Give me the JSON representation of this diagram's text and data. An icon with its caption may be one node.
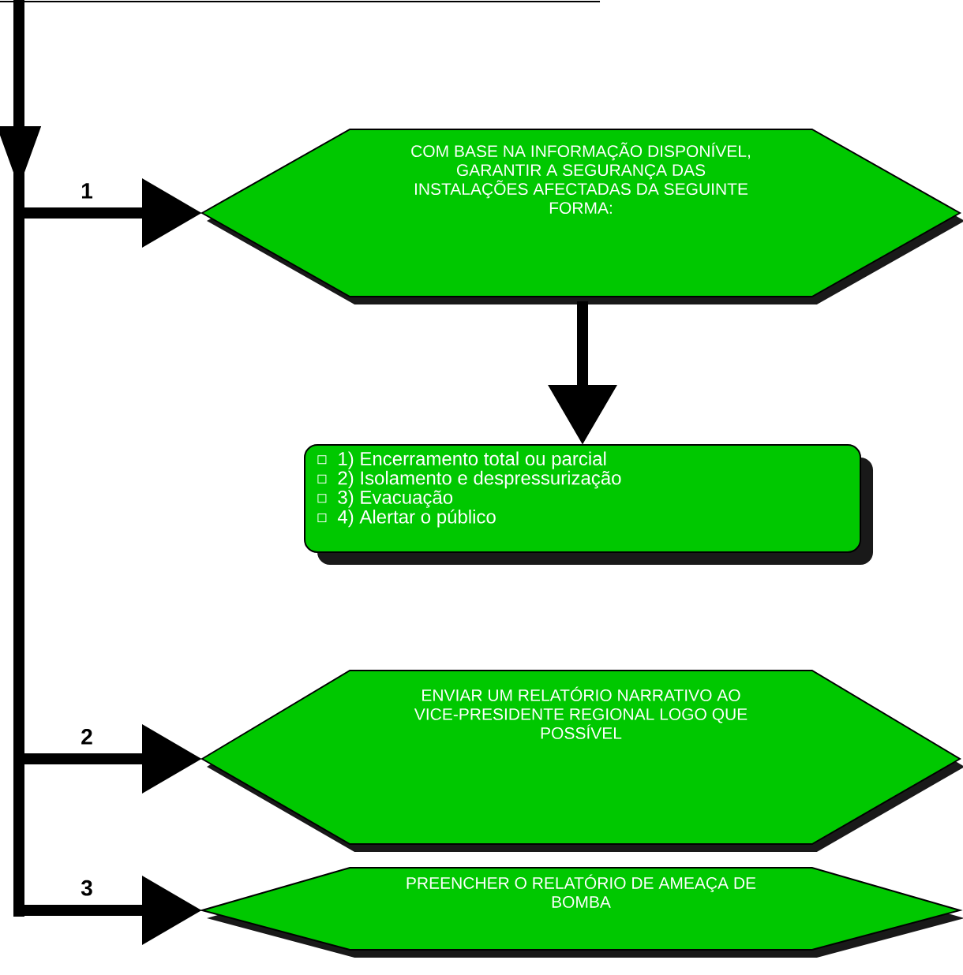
{
  "diagram": {
    "nodes": [
      {
        "text": [
          "COM BASE NA INFORMAÇÃO DISPONÍVEL, GARANTIR A SEGURANÇA DAS INSTALAÇÕES AFECTADAS DA SEGUINTE FORMA:"
        ]
      },
      {
        "text": [
          "1) Encerramento total ou parcial",
          "2) Isolamento e despressurização",
          "3) Evacuação",
          "4) Alertar o público"
        ]
      },
      {
        "text": [
          "ENVIAR UM RELATÓRIO NARRATIVO AO VICE-PRESIDENTE REGIONAL LOGO QUE POSSÍVEL"
        ]
      },
      {
        "text": [
          "PREENCHER O RELATÓRIO DE AMEAÇA DE BOMBA"
        ]
      }
    ],
    "edges": [
      {
        "from": null,
        "to": 0,
        "arrow": "to",
        "label": "1"
      },
      {
        "from": 0,
        "to": 1,
        "arrow": "to"
      },
      {
        "from": null,
        "to": 2,
        "arrow": "to",
        "label": "2"
      },
      {
        "from": null,
        "to": 3,
        "arrow": "to",
        "label": "3"
      }
    ]
  }
}
